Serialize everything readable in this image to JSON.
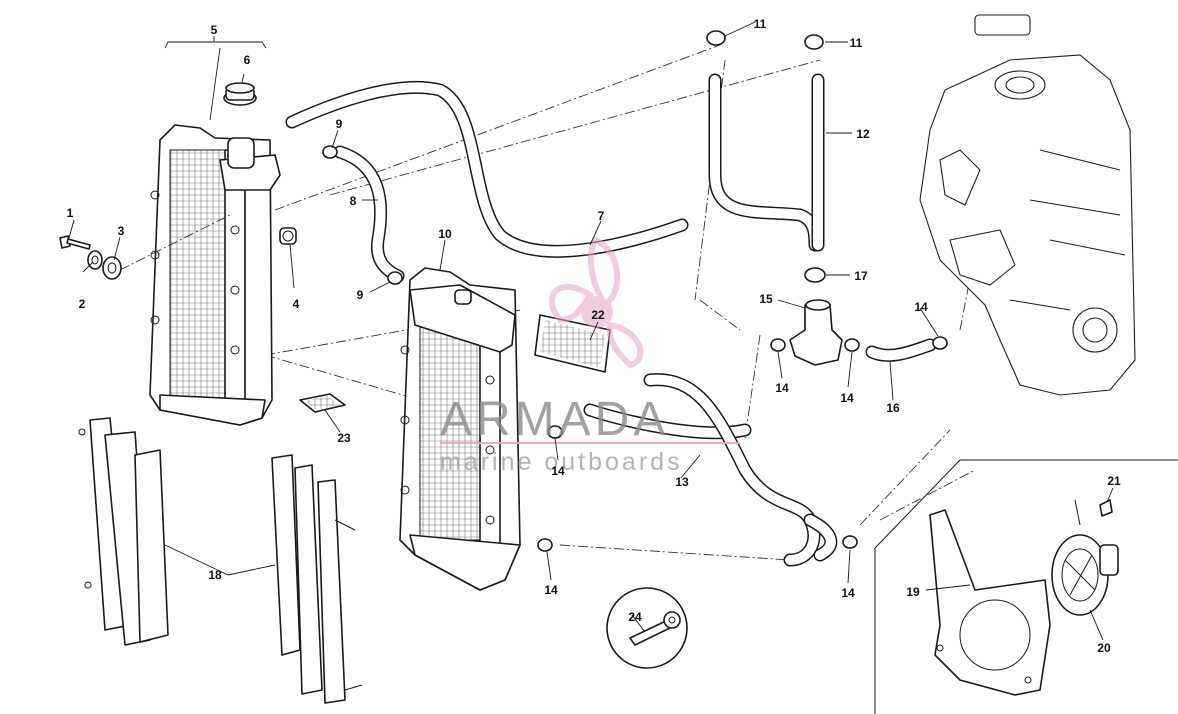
{
  "diagram": {
    "watermark": {
      "brand": "ARMADA",
      "tagline": "marine outboards",
      "accent_color": "#e6a3c8"
    },
    "callouts": [
      {
        "id": "c1",
        "label": "1"
      },
      {
        "id": "c2",
        "label": "2"
      },
      {
        "id": "c3",
        "label": "3"
      },
      {
        "id": "c4",
        "label": "4"
      },
      {
        "id": "c5",
        "label": "5"
      },
      {
        "id": "c6",
        "label": "6"
      },
      {
        "id": "c7",
        "label": "7"
      },
      {
        "id": "c8",
        "label": "8"
      },
      {
        "id": "c9a",
        "label": "9"
      },
      {
        "id": "c9b",
        "label": "9"
      },
      {
        "id": "c10",
        "label": "10"
      },
      {
        "id": "c11a",
        "label": "11"
      },
      {
        "id": "c11b",
        "label": "11"
      },
      {
        "id": "c12",
        "label": "12"
      },
      {
        "id": "c13",
        "label": "13"
      },
      {
        "id": "c14a",
        "label": "14"
      },
      {
        "id": "c14b",
        "label": "14"
      },
      {
        "id": "c14c",
        "label": "14"
      },
      {
        "id": "c14d",
        "label": "14"
      },
      {
        "id": "c14e",
        "label": "14"
      },
      {
        "id": "c14f",
        "label": "14"
      },
      {
        "id": "c15",
        "label": "15"
      },
      {
        "id": "c16",
        "label": "16"
      },
      {
        "id": "c17",
        "label": "17"
      },
      {
        "id": "c18",
        "label": "18"
      },
      {
        "id": "c19",
        "label": "19"
      },
      {
        "id": "c20",
        "label": "20"
      },
      {
        "id": "c21",
        "label": "21"
      },
      {
        "id": "c22",
        "label": "22"
      },
      {
        "id": "c23",
        "label": "23"
      },
      {
        "id": "c24",
        "label": "24"
      }
    ]
  }
}
